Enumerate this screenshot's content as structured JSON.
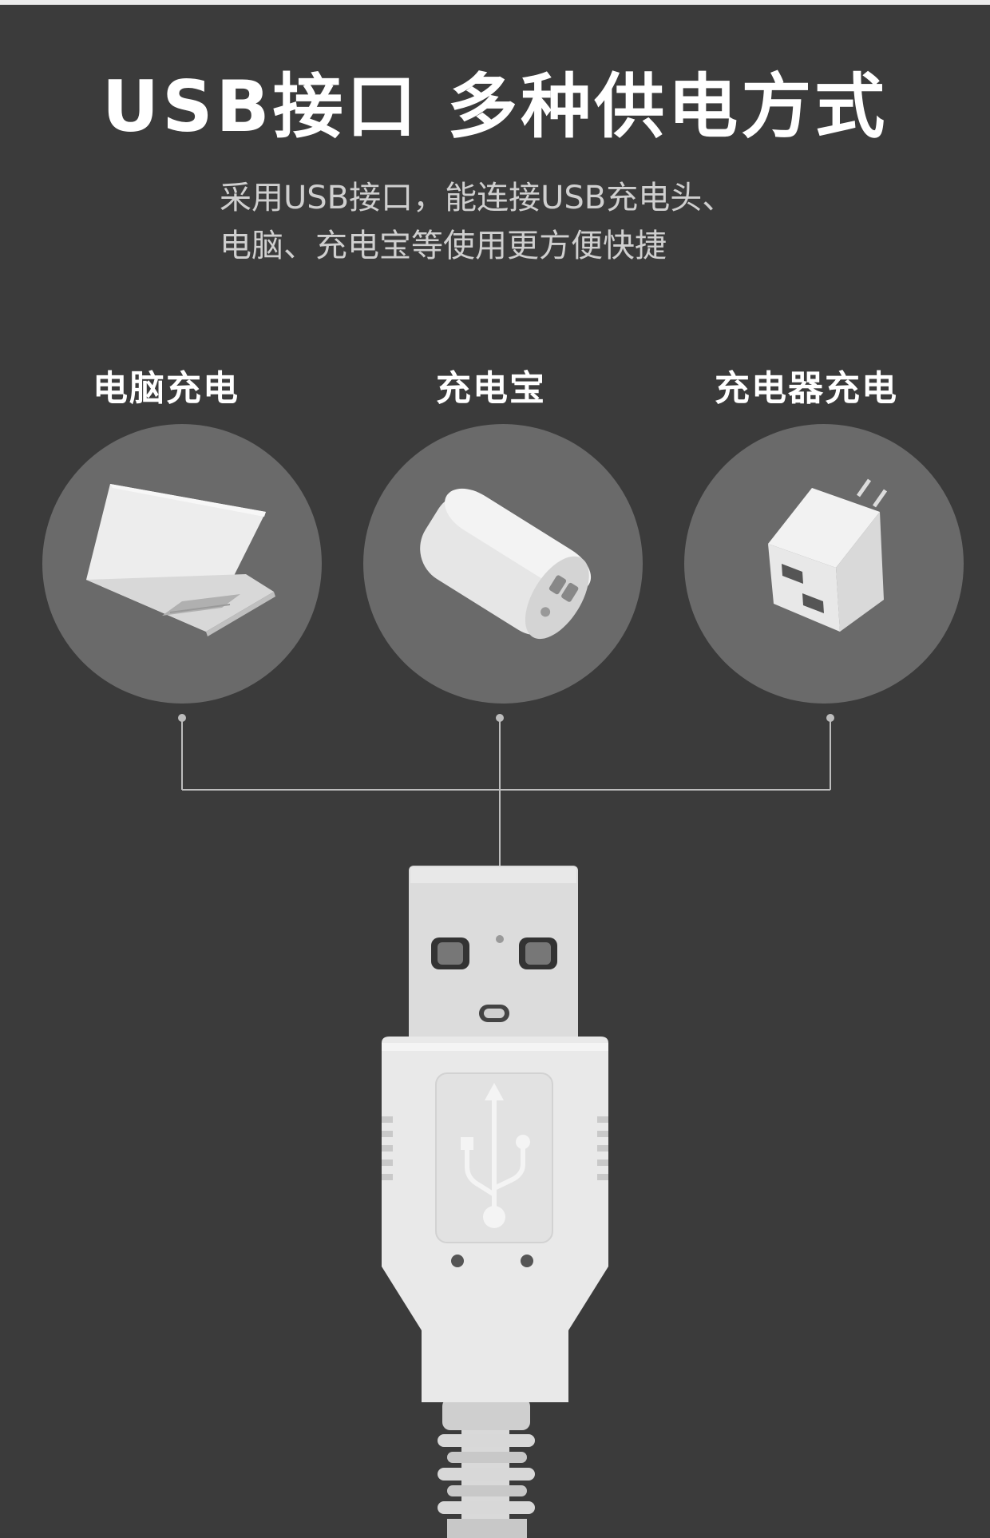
{
  "header": {
    "title": "USB接口 多种供电方式",
    "subtitle_line1": "采用USB接口，能连接USB充电头、",
    "subtitle_line2": "电脑、充电宝等使用更方便快捷"
  },
  "sources": [
    {
      "label": "电脑充电",
      "icon": "laptop-icon"
    },
    {
      "label": "充电宝",
      "icon": "power-bank-icon"
    },
    {
      "label": "充电器充电",
      "icon": "wall-charger-icon"
    }
  ],
  "colors": {
    "background": "#3b3b3b",
    "circle": "#6a6a6a",
    "device": "#e9e9e9",
    "line": "#bdbdbd"
  },
  "usb_icon": "usb-trident-icon"
}
